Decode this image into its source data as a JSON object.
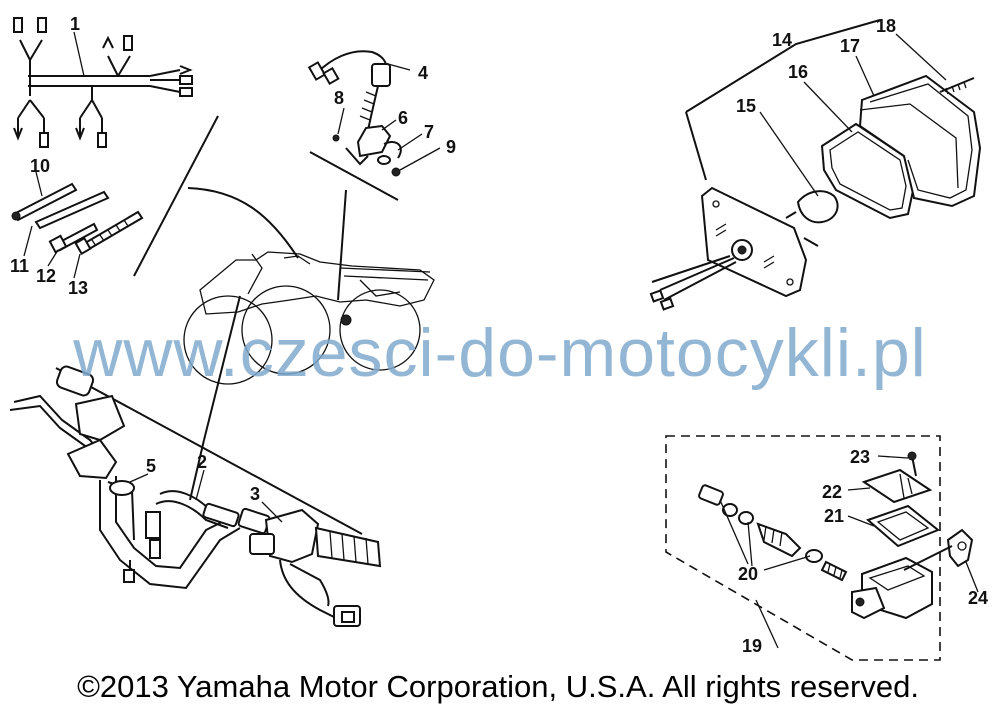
{
  "diagram": {
    "watermark": "www.czesci-do-motocykli.pl",
    "copyright": "©2013 Yamaha Motor Corporation, U.S.A. All rights reserved.",
    "callouts": [
      "1",
      "2",
      "3",
      "4",
      "5",
      "6",
      "7",
      "8",
      "9",
      "10",
      "11",
      "12",
      "13",
      "14",
      "15",
      "16",
      "17",
      "18",
      "19",
      "20",
      "21",
      "22",
      "23",
      "24"
    ]
  }
}
